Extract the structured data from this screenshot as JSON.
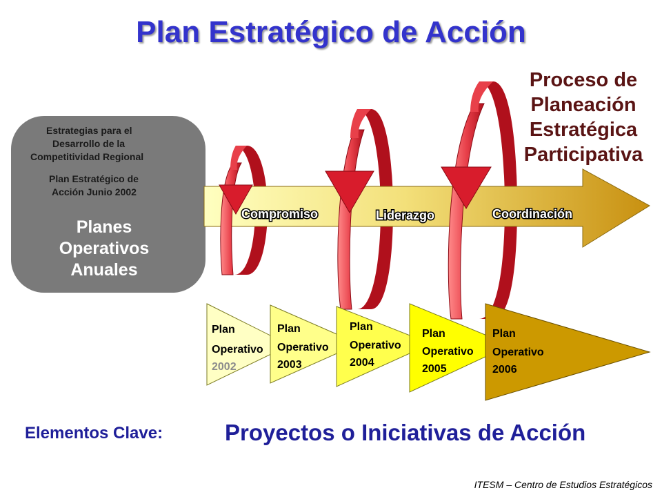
{
  "title": "Plan Estratégico de Acción",
  "process_title_lines": [
    "Proceso de",
    "Planeación",
    "Estratégica",
    "Participativa"
  ],
  "left_panel": {
    "line1": "Estrategias para el",
    "line2": "Desarrollo de la",
    "line3": "Competitividad Regional",
    "line4": "Plan Estratégico de",
    "line5": "Acción Junio 2002",
    "planes_lines": [
      "Planes",
      "Operativos",
      "Anuales"
    ]
  },
  "arrow_labels": [
    "Compromiso",
    "Liderazgo",
    "Coordinación"
  ],
  "plans": [
    {
      "line1": "Plan",
      "line2": "Operativo",
      "year": "2002",
      "color": "#ffffc4",
      "year_color": "#8c8c8c"
    },
    {
      "line1": "Plan",
      "line2": "Operativo",
      "year": "2003",
      "color": "#ffff8a",
      "year_color": "#000000"
    },
    {
      "line1": "Plan",
      "line2": "Operativo",
      "year": "2004",
      "color": "#ffff4d",
      "year_color": "#000000"
    },
    {
      "line1": "Plan",
      "line2": "Operativo",
      "year": "2005",
      "color": "#ffff00",
      "year_color": "#000000"
    },
    {
      "line1": "Plan",
      "line2": "Operativo",
      "year": "2006",
      "color": "#cc9900",
      "year_color": "#000000"
    }
  ],
  "elementos_label": "Elementos Clave:",
  "proyectos_label": "Proyectos o Iniciativas de Acción",
  "footer": "ITESM – Centro de Estudios Estratégicos",
  "colors": {
    "title": "#3333cc",
    "loop_red": "#d81c2c",
    "arrow_start": "#ffffc0",
    "arrow_end": "#c89010",
    "panel": "#7a7a7a"
  }
}
